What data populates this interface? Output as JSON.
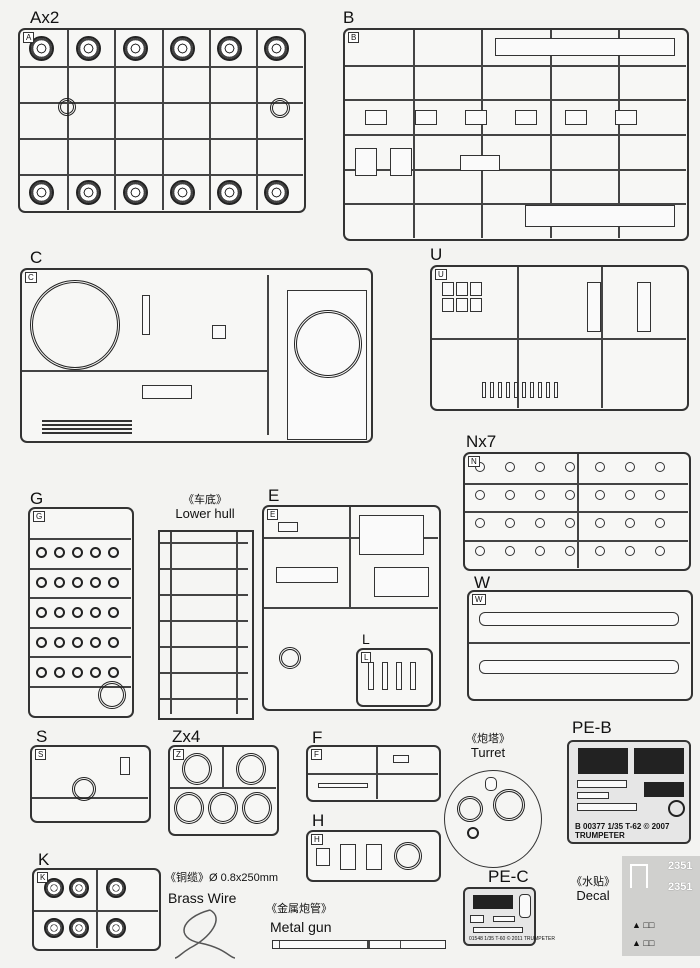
{
  "sprues": {
    "a": {
      "label": "Ax2",
      "tag": "A"
    },
    "b": {
      "label": "B",
      "tag": "B"
    },
    "c": {
      "label": "C",
      "tag": "C"
    },
    "u": {
      "label": "U",
      "tag": "U"
    },
    "n": {
      "label": "Nx7",
      "tag": "N"
    },
    "g": {
      "label": "G",
      "tag": "G"
    },
    "e": {
      "label": "E",
      "tag": "E"
    },
    "l": {
      "label": "L",
      "tag": "L"
    },
    "w": {
      "label": "W",
      "tag": "W"
    },
    "s": {
      "label": "S",
      "tag": "S"
    },
    "z": {
      "label": "Zx4",
      "tag": "Z"
    },
    "f": {
      "label": "F",
      "tag": "F"
    },
    "h": {
      "label": "H",
      "tag": "H"
    },
    "k": {
      "label": "K",
      "tag": "K"
    }
  },
  "lower_hull": {
    "cn": "《车底》",
    "label": "Lower hull"
  },
  "turret": {
    "cn": "《炮塔》",
    "label": "Turret"
  },
  "brass_wire": {
    "cn": "《铜缆》Ø 0.8x250mm",
    "label": "Brass Wire"
  },
  "metal_gun": {
    "cn": "《金属炮管》",
    "label": "Metal gun"
  },
  "decal": {
    "cn": "《水贴》",
    "label": "Decal",
    "number": "2351"
  },
  "pe_b": {
    "label": "PE-B",
    "caption": "B  00377 1/35  T-62  © 2007 TRUMPETER"
  },
  "pe_c": {
    "label": "PE-C",
    "caption": "01548 1/35 T-60 © 2011 TRUMPETER"
  }
}
